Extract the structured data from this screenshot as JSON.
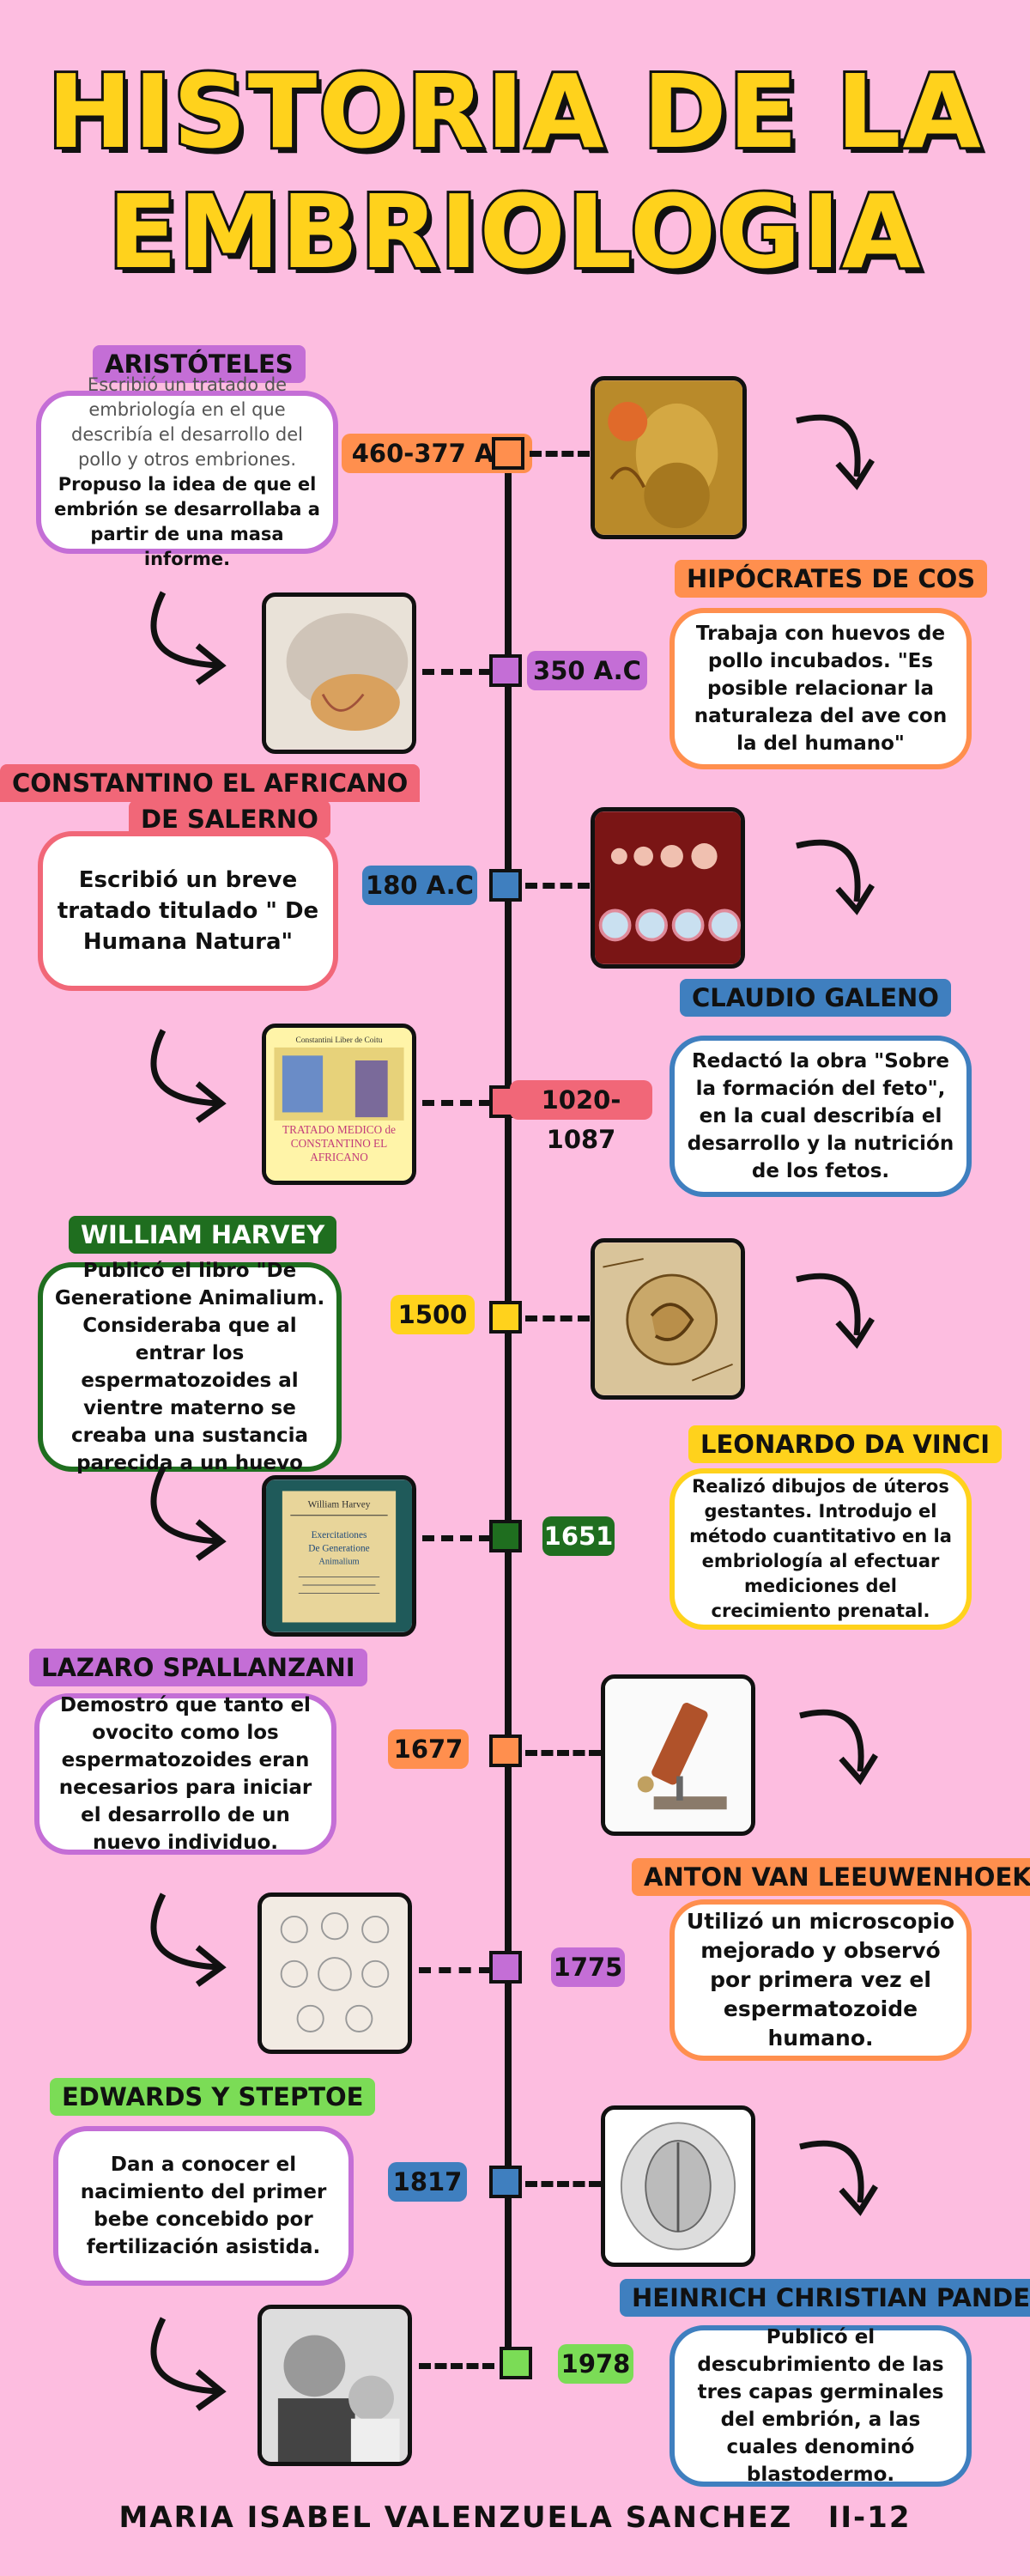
{
  "title": {
    "line1": "HISTORIA DE LA",
    "line2": "EMBRIOLOGIA"
  },
  "colors": {
    "background": "#fdbde0",
    "title": "#ffd21c",
    "purple": "#c46ed6",
    "orange": "#ff8f4e",
    "red": "#f16778",
    "blue": "#3f7fbf",
    "yellow": "#ffd21c",
    "green": "#1f6e1f",
    "lightgreen": "#7bdc56"
  },
  "events": [
    {
      "name": "ARISTÓTELES",
      "date": "460-377 A.C",
      "text_light": "Escribió un tratado de embriología en el que describía el desarrollo del pollo y otros embriones.",
      "text_bold": "Propuso la idea de que el embrión se desarrollaba  a partir de una masa informe.",
      "icon": "aristotle-bust-image"
    },
    {
      "name": "HIPÓCRATES DE COS",
      "date": "350 A.C",
      "text": "Trabaja con huevos de pollo incubados. \"Es posible relacionar la naturaleza del ave con la del humano\"",
      "icon": "chick-embryo-image"
    },
    {
      "name_line1": "CONSTANTINO EL AFRICANO",
      "name_line2": "DE SALERNO",
      "date": "180 A.C",
      "text": "Escribió un breve tratado titulado \" De Humana Natura\"",
      "icon": "fetus-development-image"
    },
    {
      "name": "CLAUDIO GALENO",
      "date": "1020-1087",
      "text": "Redactó la obra \"Sobre la formación del feto\", en la cual describía el desarrollo y la nutrición de los fetos.",
      "icon": "manuscript-image",
      "image_caption_top": "Constantini Liber de Coitu",
      "image_caption": "TRATADO MEDICO de CONSTANTINO EL AFRICANO"
    },
    {
      "name": "WILLIAM HARVEY",
      "date": "1500",
      "text": "Publicó el libro \"De Generatione Animalium. Consideraba que al entrar los espermatozoides al vientre materno se creaba una sustancia parecida a un huevo",
      "icon": "davinci-sketch-image"
    },
    {
      "name": "LEONARDO DA VINCI",
      "date": "1651",
      "text": "Realizó dibujos de úteros gestantes. Introdujo el método cuantitativo en la embriología al efectuar mediciones del crecimiento prenatal.",
      "icon": "book-cover-image",
      "book_author": "William Harvey",
      "book_title_1": "Exercitationes",
      "book_title_2": "De Generatione",
      "book_title_3": "Animalium"
    },
    {
      "name": "LAZARO SPALLANZANI",
      "date": "1677",
      "text": "Demostró que tanto el ovocito como los espermatozoides eran necesarios para iniciar el desarrollo de un nuevo individuo.",
      "icon": "microscope-image"
    },
    {
      "name": "ANTON VAN LEEUWENHOEK",
      "date": "1775",
      "text": "Utilizó un microscopio mejorado y observó por primera vez el espermatozoide humano.",
      "icon": "cell-drawings-image"
    },
    {
      "name": "EDWARDS Y STEPTOE",
      "date": "1817",
      "text": "Dan a conocer el nacimiento del primer bebe concebido por fertilización asistida.",
      "icon": "embryo-layers-image"
    },
    {
      "name": "HEINRICH CHRISTIAN PANDER",
      "date": "1978",
      "text": "Publicó el descubrimiento de las tres capas germinales del embrión, a las cuales denominó blastodermo.",
      "icon": "scientist-baby-photo"
    }
  ],
  "footer": "MARIA ISABEL VALENZUELA SANCHEZ   II-12"
}
